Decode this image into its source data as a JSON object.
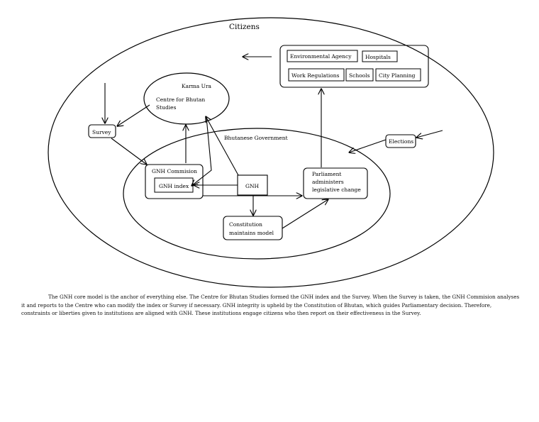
{
  "diagram": {
    "citizens": "Citizens",
    "karma_ura": "Karma Ura",
    "centre": [
      "Centre for Bhutan",
      "Studies"
    ],
    "survey": "Survey",
    "bhutanese_government": "Bhutanese Government",
    "gnh_commission": "GNH Commision",
    "gnh_index": "GNH index",
    "gnh": "GNH",
    "parliament": [
      "Parliament",
      "administers",
      "legislative change"
    ],
    "constitution": [
      "Constitution",
      "maintains model"
    ],
    "elections": "Elections",
    "institutions": {
      "environmental_agency": "Environmental Agency",
      "hospitals": "Hospitals",
      "work_regulations": "Work Regulations",
      "schools": "Schools",
      "city_planning": "City Planning"
    }
  },
  "caption": "The GNH core model is the anchor of everything else.  The Centre for Bhutan Studies formed the GNH index and the Survey.  When the Survey is taken, the GNH Commision analyses it and reports to the Centre who can modify the index or Survey if necessary.  GNH integrity is upheld by the Constitution of Bhutan, which guides Parliamentary decision.  Therefore, constraints or liberties given to institutions are aligned with GNH.  These institutions engage citizens who then report on their effectiveness in the Survey."
}
